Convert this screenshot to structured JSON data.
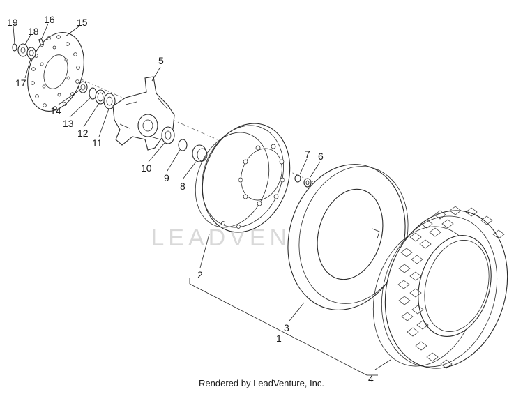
{
  "watermark": "LEADVENTURE",
  "footer": "Rendered by LeadVenture, Inc.",
  "callouts": {
    "c1": "1",
    "c2": "2",
    "c3": "3",
    "c4": "4",
    "c5": "5",
    "c6": "6",
    "c7": "7",
    "c8": "8",
    "c9": "9",
    "c10": "10",
    "c11": "11",
    "c12": "12",
    "c13": "13",
    "c14": "14",
    "c15": "15",
    "c16": "16",
    "c17": "17",
    "c18": "18",
    "c19": "19"
  }
}
